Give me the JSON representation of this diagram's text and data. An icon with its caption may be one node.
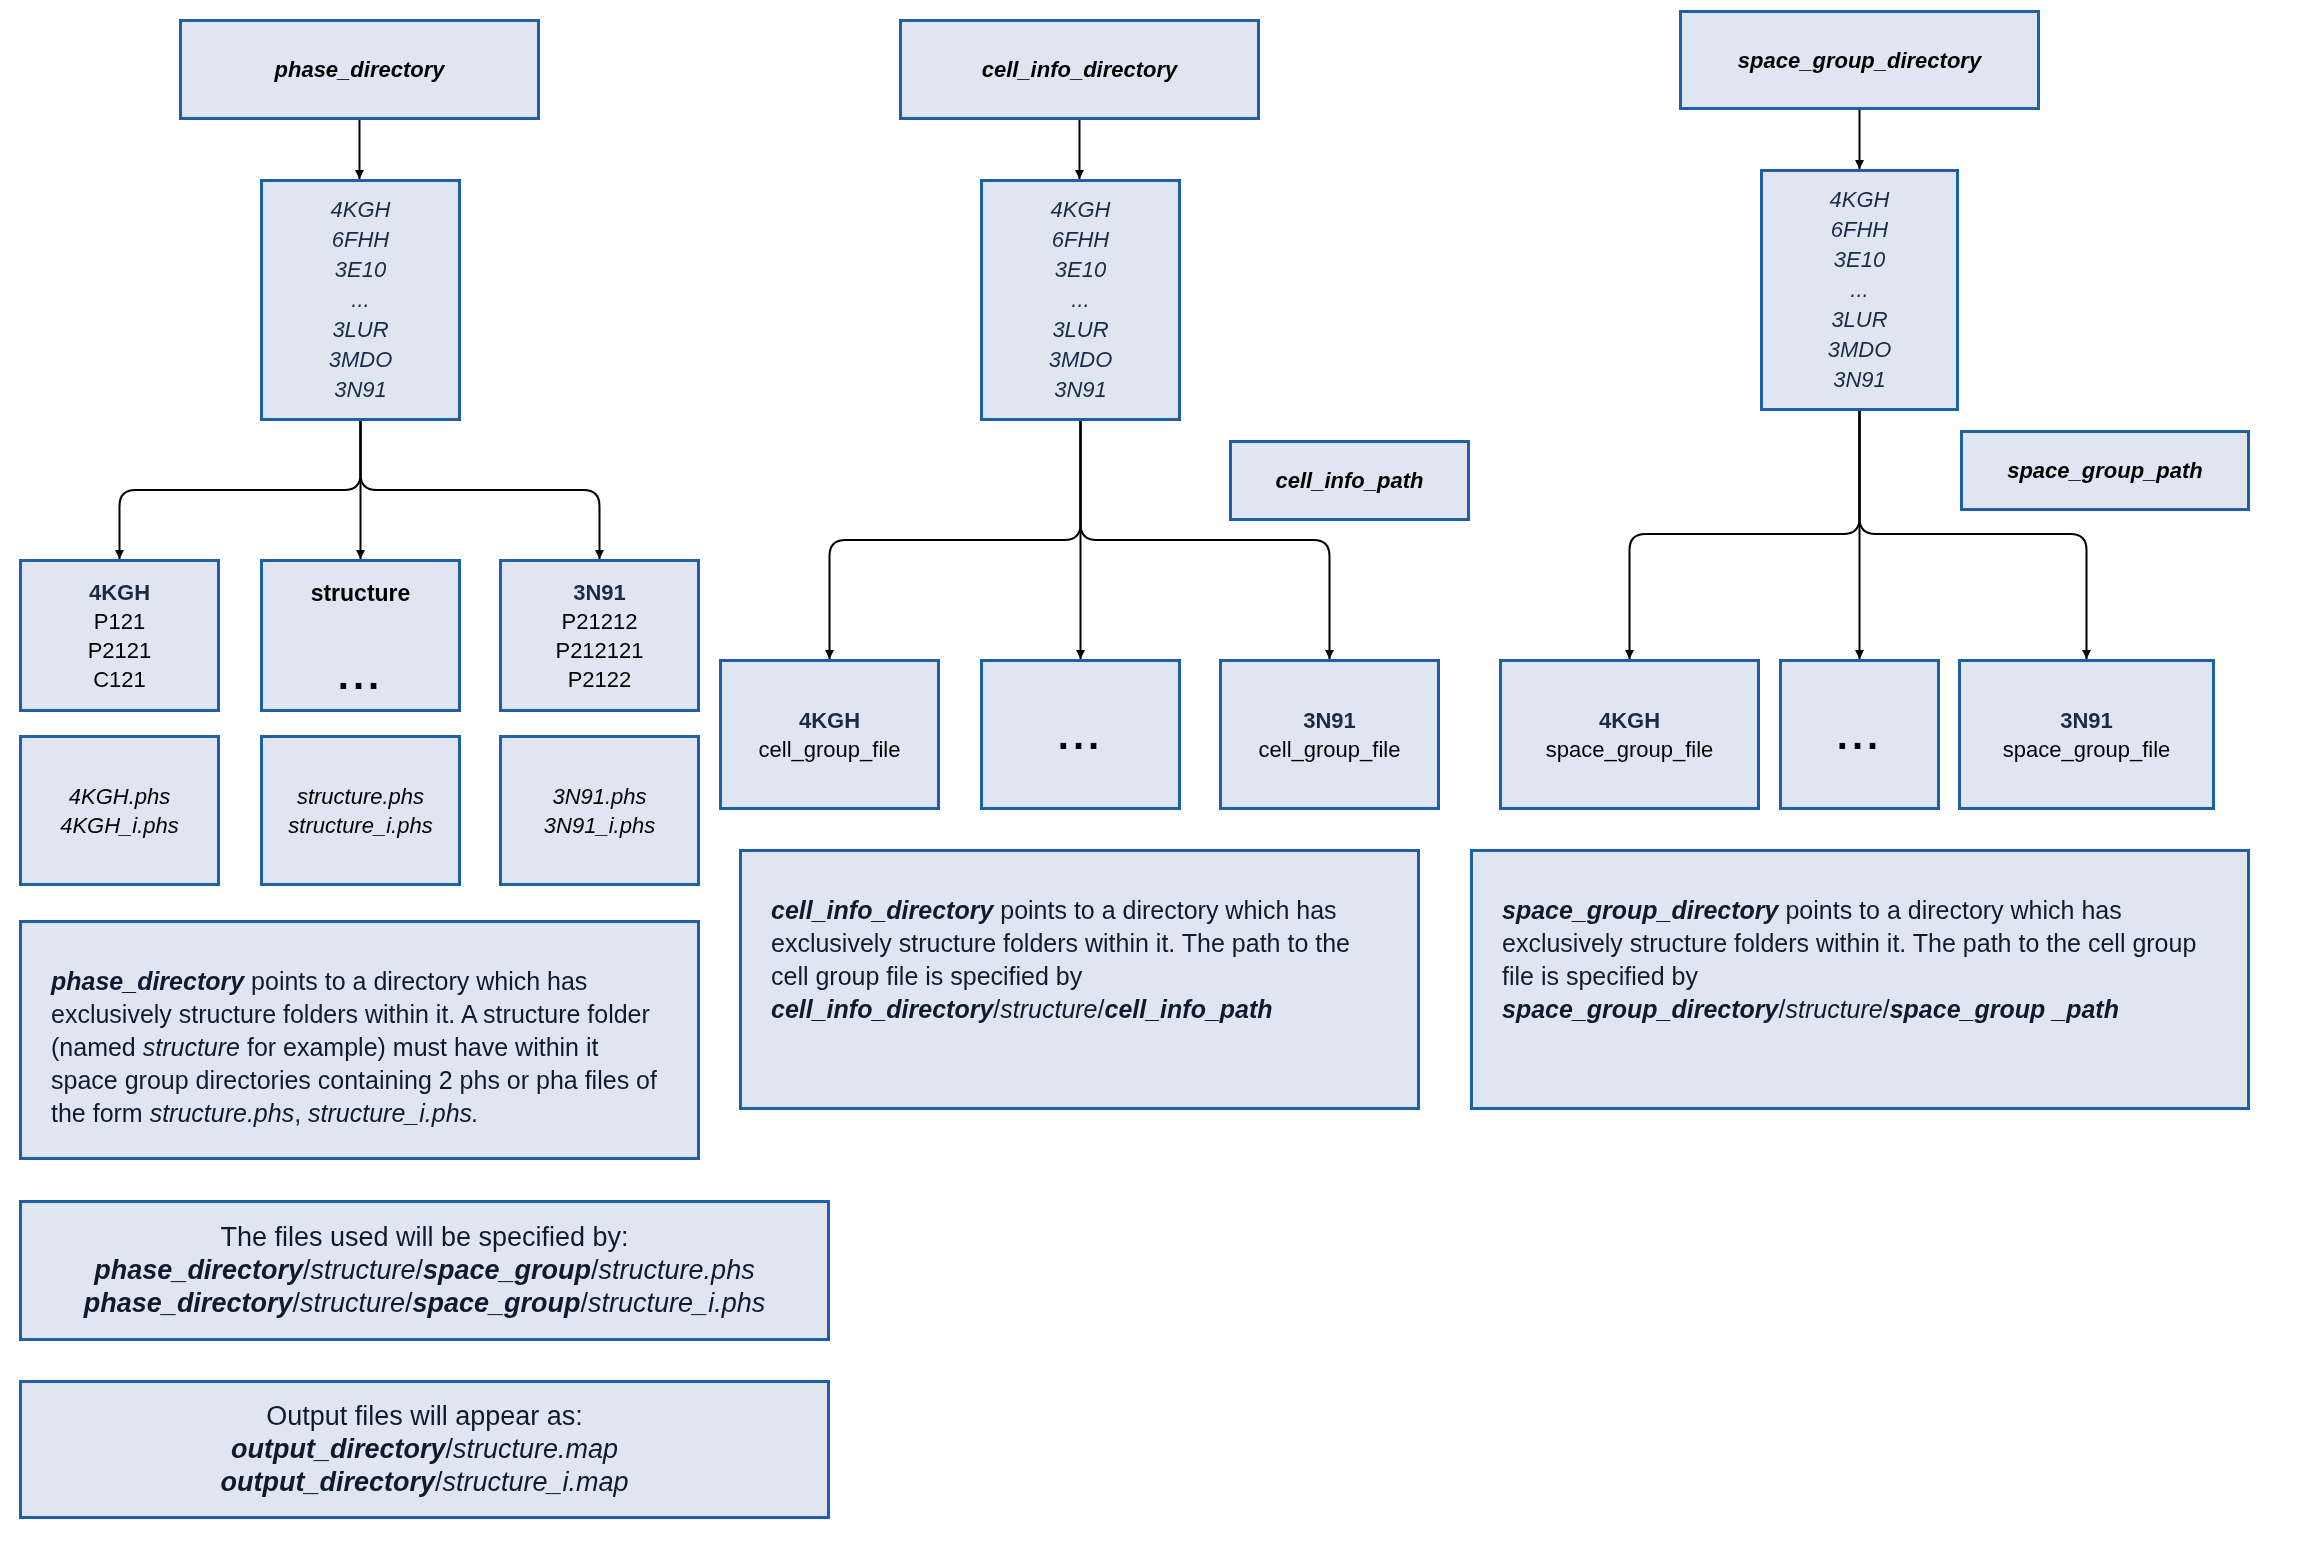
{
  "diagram": {
    "nodes": [
      {
        "text": [
          "phase_directory"
        ]
      },
      {
        "text": [
          "4KGH",
          "6FHH",
          "3E10",
          "...",
          "3LUR",
          "3MDO",
          "3N91"
        ]
      },
      {
        "text": [
          "4KGH",
          "P121",
          "P2121",
          "C121"
        ]
      },
      {
        "text": [
          "structure",
          "..."
        ]
      },
      {
        "text": [
          "3N91",
          "P21212",
          "P212121",
          "P2122"
        ]
      },
      {
        "text": [
          "4KGH.phs",
          "4KGH_i.phs"
        ]
      },
      {
        "text": [
          "structure.phs",
          "structure_i.phs"
        ]
      },
      {
        "text": [
          "3N91.phs",
          "3N91_i.phs"
        ]
      },
      {
        "text": [
          "**phase_directory** points to a directory which has exclusively structure folders within it. A structure folder (named *structure* for example) must have within it space group directories containing 2 phs or pha files of the form *structure.phs*, *structure_i.phs.*"
        ]
      },
      {
        "text": [
          "The files used will be specified by:",
          "**phase_directory**/*structure*/**space_group**/*structure.phs*",
          "**phase_directory**/*structure*/**space_group**/*structure_i.phs*"
        ]
      },
      {
        "text": [
          "Output files will appear as:",
          "**output_directory**/*structure.map*",
          "**output_directory**/*structure_i.map*"
        ]
      },
      {
        "text": [
          "cell_info_directory"
        ]
      },
      {
        "text": [
          "4KGH",
          "6FHH",
          "3E10",
          "...",
          "3LUR",
          "3MDO",
          "3N91"
        ]
      },
      {
        "text": [
          "cell_info_path"
        ]
      },
      {
        "text": [
          "4KGH",
          "cell_group_file"
        ]
      },
      {
        "text": [
          "..."
        ]
      },
      {
        "text": [
          "3N91",
          "cell_group_file"
        ]
      },
      {
        "text": [
          "**cell_info_directory** points to a directory which has exclusively structure folders within it. The path to the cell group file is specified by **cell_info_directory**/*structure*/**cell_info_path**"
        ]
      },
      {
        "text": [
          "space_group_directory"
        ]
      },
      {
        "text": [
          "4KGH",
          "6FHH",
          "3E10",
          "...",
          "3LUR",
          "3MDO",
          "3N91"
        ]
      },
      {
        "text": [
          "space_group_path"
        ]
      },
      {
        "text": [
          "4KGH",
          "space_group_file"
        ]
      },
      {
        "text": [
          "..."
        ]
      },
      {
        "text": [
          "3N91",
          "space_group_file"
        ]
      },
      {
        "text": [
          "**space_group_directory** points to a directory which has exclusively structure folders within it. The path to the cell group file is specified by **space_group_directory**/*structure*/**space_group** **_path**"
        ]
      }
    ],
    "edges": [
      {
        "from": 0,
        "to": 1,
        "arrow": "to"
      },
      {
        "from": 1,
        "to": 2,
        "arrow": "to"
      },
      {
        "from": 1,
        "to": 3,
        "arrow": "to"
      },
      {
        "from": 1,
        "to": 4,
        "arrow": "to"
      },
      {
        "from": 11,
        "to": 12,
        "arrow": "to"
      },
      {
        "from": 12,
        "to": 14,
        "arrow": "to"
      },
      {
        "from": 12,
        "to": 15,
        "arrow": "to"
      },
      {
        "from": 12,
        "to": 16,
        "arrow": "to"
      },
      {
        "from": 18,
        "to": 19,
        "arrow": "to"
      },
      {
        "from": 19,
        "to": 21,
        "arrow": "to"
      },
      {
        "from": 19,
        "to": 22,
        "arrow": "to"
      },
      {
        "from": 19,
        "to": 23,
        "arrow": "to"
      }
    ]
  }
}
